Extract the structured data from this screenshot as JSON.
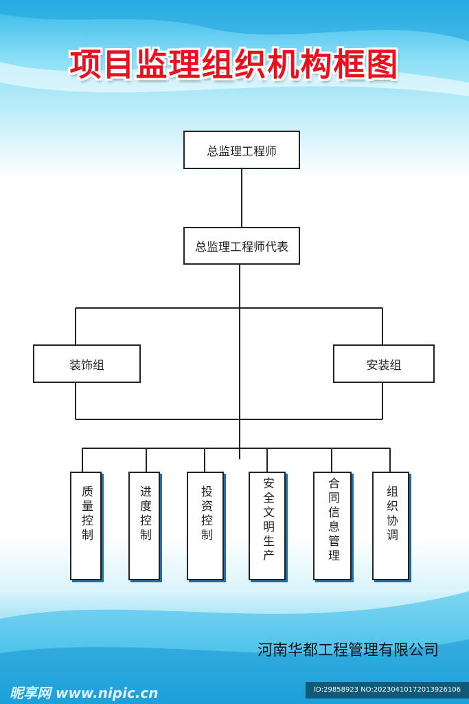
{
  "title": "项目监理组织机构框图",
  "nodes": {
    "chief": "总监理工程师",
    "chief_rep": "总监理工程师代表",
    "decoration": "装饰组",
    "installation": "安装组",
    "quality": "质量控制",
    "progress": "进度控制",
    "investment": "投资控制",
    "safety": "安全文明生产",
    "contract": "合同信息管理",
    "coordination": "组织协调"
  },
  "company": "河南华都工程管理有限公司",
  "watermark": {
    "left": "昵享网 www.nipic.cn",
    "right": "ID:29858923 NO:20230410172013926106"
  },
  "colors": {
    "title": "#e8121f",
    "accent": "#1aa8df"
  }
}
